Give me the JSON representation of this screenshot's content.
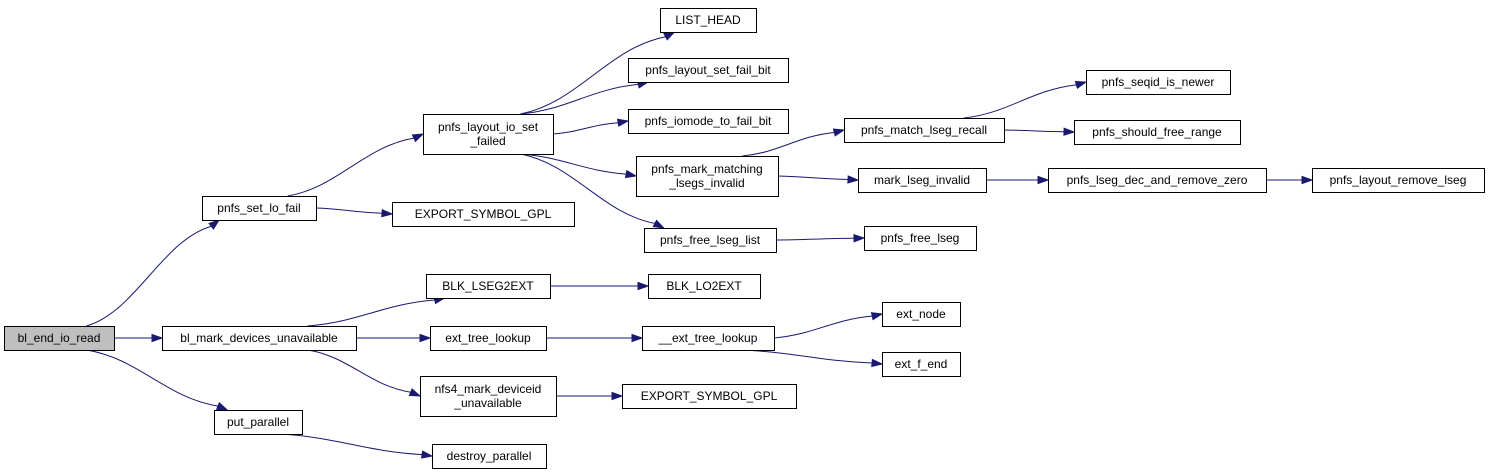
{
  "graph": {
    "nodes": [
      {
        "id": "bl_end_io_read",
        "lines": [
          "bl_end_io_read"
        ],
        "root": true
      },
      {
        "id": "pnfs_set_lo_fail",
        "lines": [
          "pnfs_set_lo_fail"
        ]
      },
      {
        "id": "bl_mark_devices_unavailable",
        "lines": [
          "bl_mark_devices_unavailable"
        ]
      },
      {
        "id": "put_parallel",
        "lines": [
          "put_parallel"
        ]
      },
      {
        "id": "pnfs_layout_io_set_failed",
        "lines": [
          "pnfs_layout_io_set",
          "_failed"
        ]
      },
      {
        "id": "export_symbol_gpl_1",
        "lines": [
          "EXPORT_SYMBOL_GPL"
        ]
      },
      {
        "id": "blk_lseg2ext",
        "lines": [
          "BLK_LSEG2EXT"
        ]
      },
      {
        "id": "ext_tree_lookup",
        "lines": [
          "ext_tree_lookup"
        ]
      },
      {
        "id": "nfs4_mark_deviceid_unavailable",
        "lines": [
          "nfs4_mark_deviceid",
          "_unavailable"
        ]
      },
      {
        "id": "destroy_parallel",
        "lines": [
          "destroy_parallel"
        ]
      },
      {
        "id": "list_head",
        "lines": [
          "LIST_HEAD"
        ]
      },
      {
        "id": "pnfs_layout_set_fail_bit",
        "lines": [
          "pnfs_layout_set_fail_bit"
        ]
      },
      {
        "id": "pnfs_iomode_to_fail_bit",
        "lines": [
          "pnfs_iomode_to_fail_bit"
        ]
      },
      {
        "id": "pnfs_mark_matching_lsegs_invalid",
        "lines": [
          "pnfs_mark_matching",
          "_lsegs_invalid"
        ]
      },
      {
        "id": "pnfs_free_lseg_list",
        "lines": [
          "pnfs_free_lseg_list"
        ]
      },
      {
        "id": "blk_lo2ext",
        "lines": [
          "BLK_LO2EXT"
        ]
      },
      {
        "id": "__ext_tree_lookup",
        "lines": [
          "__ext_tree_lookup"
        ]
      },
      {
        "id": "export_symbol_gpl_2",
        "lines": [
          "EXPORT_SYMBOL_GPL"
        ]
      },
      {
        "id": "pnfs_match_lseg_recall",
        "lines": [
          "pnfs_match_lseg_recall"
        ]
      },
      {
        "id": "mark_lseg_invalid",
        "lines": [
          "mark_lseg_invalid"
        ]
      },
      {
        "id": "pnfs_free_lseg",
        "lines": [
          "pnfs_free_lseg"
        ]
      },
      {
        "id": "ext_node",
        "lines": [
          "ext_node"
        ]
      },
      {
        "id": "ext_f_end",
        "lines": [
          "ext_f_end"
        ]
      },
      {
        "id": "pnfs_seqid_is_newer",
        "lines": [
          "pnfs_seqid_is_newer"
        ]
      },
      {
        "id": "pnfs_should_free_range",
        "lines": [
          "pnfs_should_free_range"
        ]
      },
      {
        "id": "pnfs_lseg_dec_and_remove_zero",
        "lines": [
          "pnfs_lseg_dec_and_remove_zero"
        ]
      },
      {
        "id": "pnfs_layout_remove_lseg",
        "lines": [
          "pnfs_layout_remove_lseg"
        ]
      }
    ],
    "edges": [
      {
        "from": "bl_end_io_read",
        "to": "pnfs_set_lo_fail"
      },
      {
        "from": "bl_end_io_read",
        "to": "bl_mark_devices_unavailable"
      },
      {
        "from": "bl_end_io_read",
        "to": "put_parallel"
      },
      {
        "from": "pnfs_set_lo_fail",
        "to": "pnfs_layout_io_set_failed"
      },
      {
        "from": "pnfs_set_lo_fail",
        "to": "export_symbol_gpl_1"
      },
      {
        "from": "pnfs_layout_io_set_failed",
        "to": "list_head"
      },
      {
        "from": "pnfs_layout_io_set_failed",
        "to": "pnfs_layout_set_fail_bit"
      },
      {
        "from": "pnfs_layout_io_set_failed",
        "to": "pnfs_iomode_to_fail_bit"
      },
      {
        "from": "pnfs_layout_io_set_failed",
        "to": "pnfs_mark_matching_lsegs_invalid"
      },
      {
        "from": "pnfs_layout_io_set_failed",
        "to": "pnfs_free_lseg_list"
      },
      {
        "from": "pnfs_mark_matching_lsegs_invalid",
        "to": "pnfs_match_lseg_recall"
      },
      {
        "from": "pnfs_mark_matching_lsegs_invalid",
        "to": "mark_lseg_invalid"
      },
      {
        "from": "pnfs_match_lseg_recall",
        "to": "pnfs_seqid_is_newer"
      },
      {
        "from": "pnfs_match_lseg_recall",
        "to": "pnfs_should_free_range"
      },
      {
        "from": "mark_lseg_invalid",
        "to": "pnfs_lseg_dec_and_remove_zero"
      },
      {
        "from": "pnfs_lseg_dec_and_remove_zero",
        "to": "pnfs_layout_remove_lseg"
      },
      {
        "from": "pnfs_free_lseg_list",
        "to": "pnfs_free_lseg"
      },
      {
        "from": "bl_mark_devices_unavailable",
        "to": "blk_lseg2ext"
      },
      {
        "from": "bl_mark_devices_unavailable",
        "to": "ext_tree_lookup"
      },
      {
        "from": "bl_mark_devices_unavailable",
        "to": "nfs4_mark_deviceid_unavailable"
      },
      {
        "from": "blk_lseg2ext",
        "to": "blk_lo2ext"
      },
      {
        "from": "ext_tree_lookup",
        "to": "__ext_tree_lookup"
      },
      {
        "from": "__ext_tree_lookup",
        "to": "ext_node"
      },
      {
        "from": "__ext_tree_lookup",
        "to": "ext_f_end"
      },
      {
        "from": "nfs4_mark_deviceid_unavailable",
        "to": "export_symbol_gpl_2"
      },
      {
        "from": "put_parallel",
        "to": "destroy_parallel"
      }
    ],
    "colors": {
      "edge": "#191970",
      "root_fill": "#bfbfbf",
      "node_fill": "#ffffff",
      "node_stroke": "#000000"
    }
  }
}
